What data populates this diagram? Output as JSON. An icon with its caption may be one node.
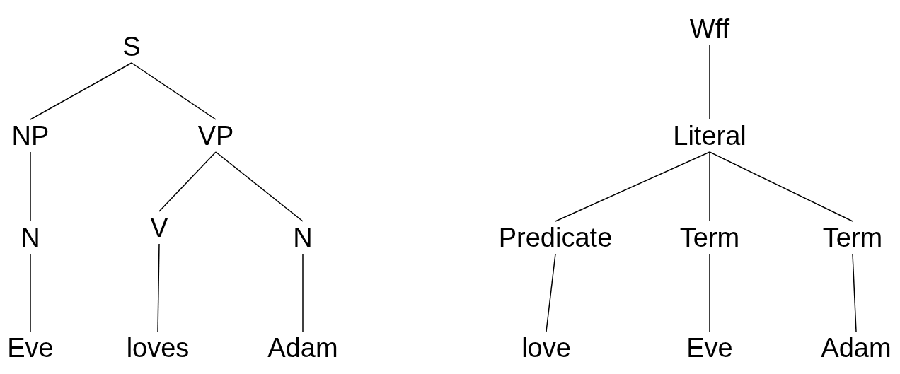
{
  "diagram": {
    "nodes": [
      {
        "text": [
          "S"
        ]
      },
      {
        "text": [
          "NP"
        ]
      },
      {
        "text": [
          "VP"
        ]
      },
      {
        "text": [
          "N"
        ]
      },
      {
        "text": [
          "V"
        ]
      },
      {
        "text": [
          "N"
        ]
      },
      {
        "text": [
          "Eve"
        ]
      },
      {
        "text": [
          "loves"
        ]
      },
      {
        "text": [
          "Adam"
        ]
      },
      {
        "text": [
          "Wff"
        ]
      },
      {
        "text": [
          "Literal"
        ]
      },
      {
        "text": [
          "Predicate"
        ]
      },
      {
        "text": [
          "Term"
        ]
      },
      {
        "text": [
          "Term"
        ]
      },
      {
        "text": [
          "love"
        ]
      },
      {
        "text": [
          "Eve"
        ]
      },
      {
        "text": [
          "Adam"
        ]
      }
    ],
    "edges": [
      {
        "from": 0,
        "to": 1,
        "arrow": "none"
      },
      {
        "from": 0,
        "to": 2,
        "arrow": "none"
      },
      {
        "from": 1,
        "to": 3,
        "arrow": "none"
      },
      {
        "from": 2,
        "to": 4,
        "arrow": "none"
      },
      {
        "from": 2,
        "to": 5,
        "arrow": "none"
      },
      {
        "from": 3,
        "to": 6,
        "arrow": "none"
      },
      {
        "from": 4,
        "to": 7,
        "arrow": "none"
      },
      {
        "from": 5,
        "to": 8,
        "arrow": "none"
      },
      {
        "from": 9,
        "to": 10,
        "arrow": "none"
      },
      {
        "from": 10,
        "to": 11,
        "arrow": "none"
      },
      {
        "from": 10,
        "to": 12,
        "arrow": "none"
      },
      {
        "from": 10,
        "to": 13,
        "arrow": "none"
      },
      {
        "from": 11,
        "to": 14,
        "arrow": "none"
      },
      {
        "from": 12,
        "to": 15,
        "arrow": "none"
      },
      {
        "from": 13,
        "to": 16,
        "arrow": "none"
      }
    ]
  }
}
